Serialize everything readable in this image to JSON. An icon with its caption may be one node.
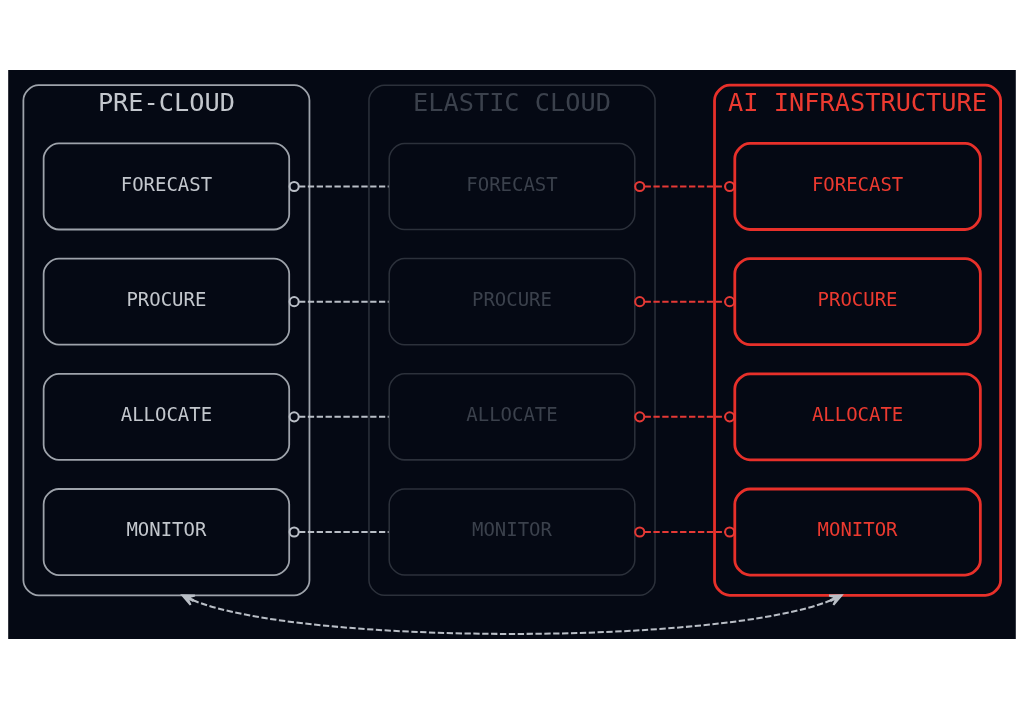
{
  "diagram": {
    "nodes": [
      {
        "text": [
          "PRE-CLOUD"
        ]
      },
      {
        "text": [
          "FORECAST"
        ],
        "in": 0
      },
      {
        "text": [
          "PROCURE"
        ],
        "in": 0
      },
      {
        "text": [
          "ALLOCATE"
        ],
        "in": 0
      },
      {
        "text": [
          "MONITOR"
        ],
        "in": 0
      },
      {
        "text": [
          "ELASTIC CLOUD"
        ]
      },
      {
        "text": [
          "FORECAST"
        ],
        "in": 5
      },
      {
        "text": [
          "PROCURE"
        ],
        "in": 5
      },
      {
        "text": [
          "ALLOCATE"
        ],
        "in": 5
      },
      {
        "text": [
          "MONITOR"
        ],
        "in": 5
      },
      {
        "text": [
          "AI INFRASTRUCTURE"
        ]
      },
      {
        "text": [
          "FORECAST"
        ],
        "in": 10
      },
      {
        "text": [
          "PROCURE"
        ],
        "in": 10
      },
      {
        "text": [
          "ALLOCATE"
        ],
        "in": 10
      },
      {
        "text": [
          "MONITOR"
        ],
        "in": 10
      }
    ],
    "edges": [
      {
        "from": 1,
        "to": 6,
        "arrow": "other",
        "style": "dashed"
      },
      {
        "from": 6,
        "to": 11,
        "arrow": "other",
        "style": "dashed",
        "color": "#e53935"
      },
      {
        "from": 2,
        "to": 7,
        "arrow": "other",
        "style": "dashed"
      },
      {
        "from": 7,
        "to": 12,
        "arrow": "other",
        "style": "dashed",
        "color": "#e53935"
      },
      {
        "from": 3,
        "to": 8,
        "arrow": "other",
        "style": "dashed"
      },
      {
        "from": 8,
        "to": 13,
        "arrow": "other",
        "style": "dashed",
        "color": "#e53935"
      },
      {
        "from": 4,
        "to": 9,
        "arrow": "other",
        "style": "dashed"
      },
      {
        "from": 9,
        "to": 14,
        "arrow": "other",
        "style": "dashed",
        "color": "#e53935"
      },
      {
        "from": 0,
        "to": 10,
        "arrow": "both",
        "style": "dashed"
      }
    ]
  }
}
